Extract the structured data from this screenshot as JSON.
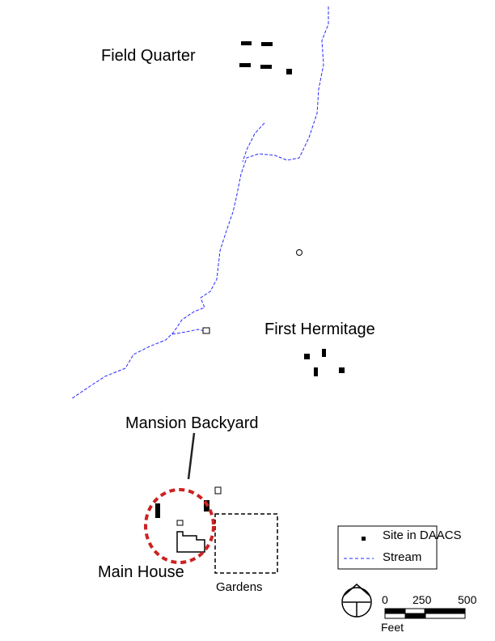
{
  "labels": {
    "field_quarter": "Field Quarter",
    "first_hermitage": "First Hermitage",
    "mansion_backyard": "Mansion Backyard",
    "main_house": "Main House",
    "gardens": "Gardens"
  },
  "legend": {
    "site": "Site in DAACS",
    "stream": "Stream"
  },
  "scale": {
    "ticks": [
      "0",
      "250",
      "500"
    ],
    "unit": "Feet"
  },
  "colors": {
    "stream": "#2a2aff",
    "backyard_ring": "#cc2222"
  }
}
